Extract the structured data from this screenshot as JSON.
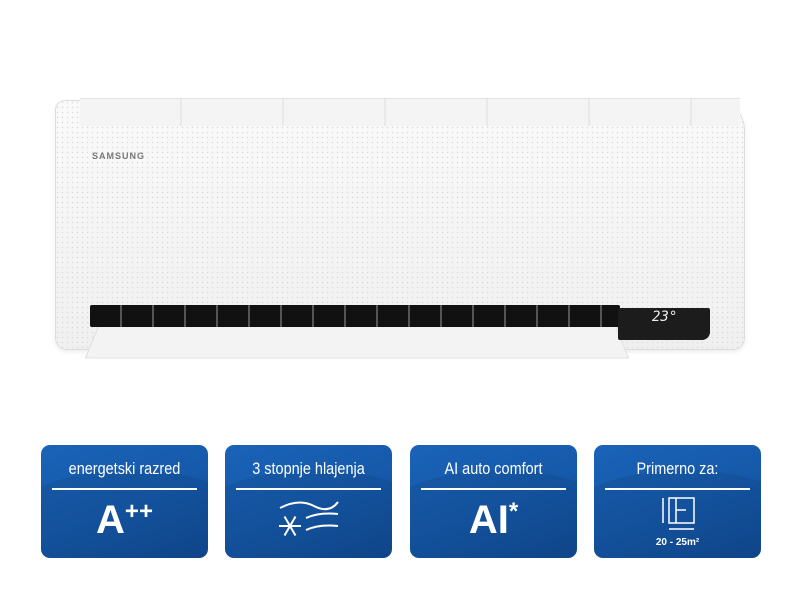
{
  "product": {
    "brand": "SAMSUNG",
    "display_temp": "23°"
  },
  "cards": [
    {
      "title": "energetski razred",
      "value": "A",
      "sup": "++",
      "icon": "energy-class"
    },
    {
      "title": "3 stopnje hlajenja",
      "icon": "snowflake-airflow-icon"
    },
    {
      "title": "AI auto comfort",
      "value": "AI",
      "sup": "*"
    },
    {
      "title": "Primerno za:",
      "icon": "room-size-icon",
      "area": "20 - 25m²"
    }
  ]
}
